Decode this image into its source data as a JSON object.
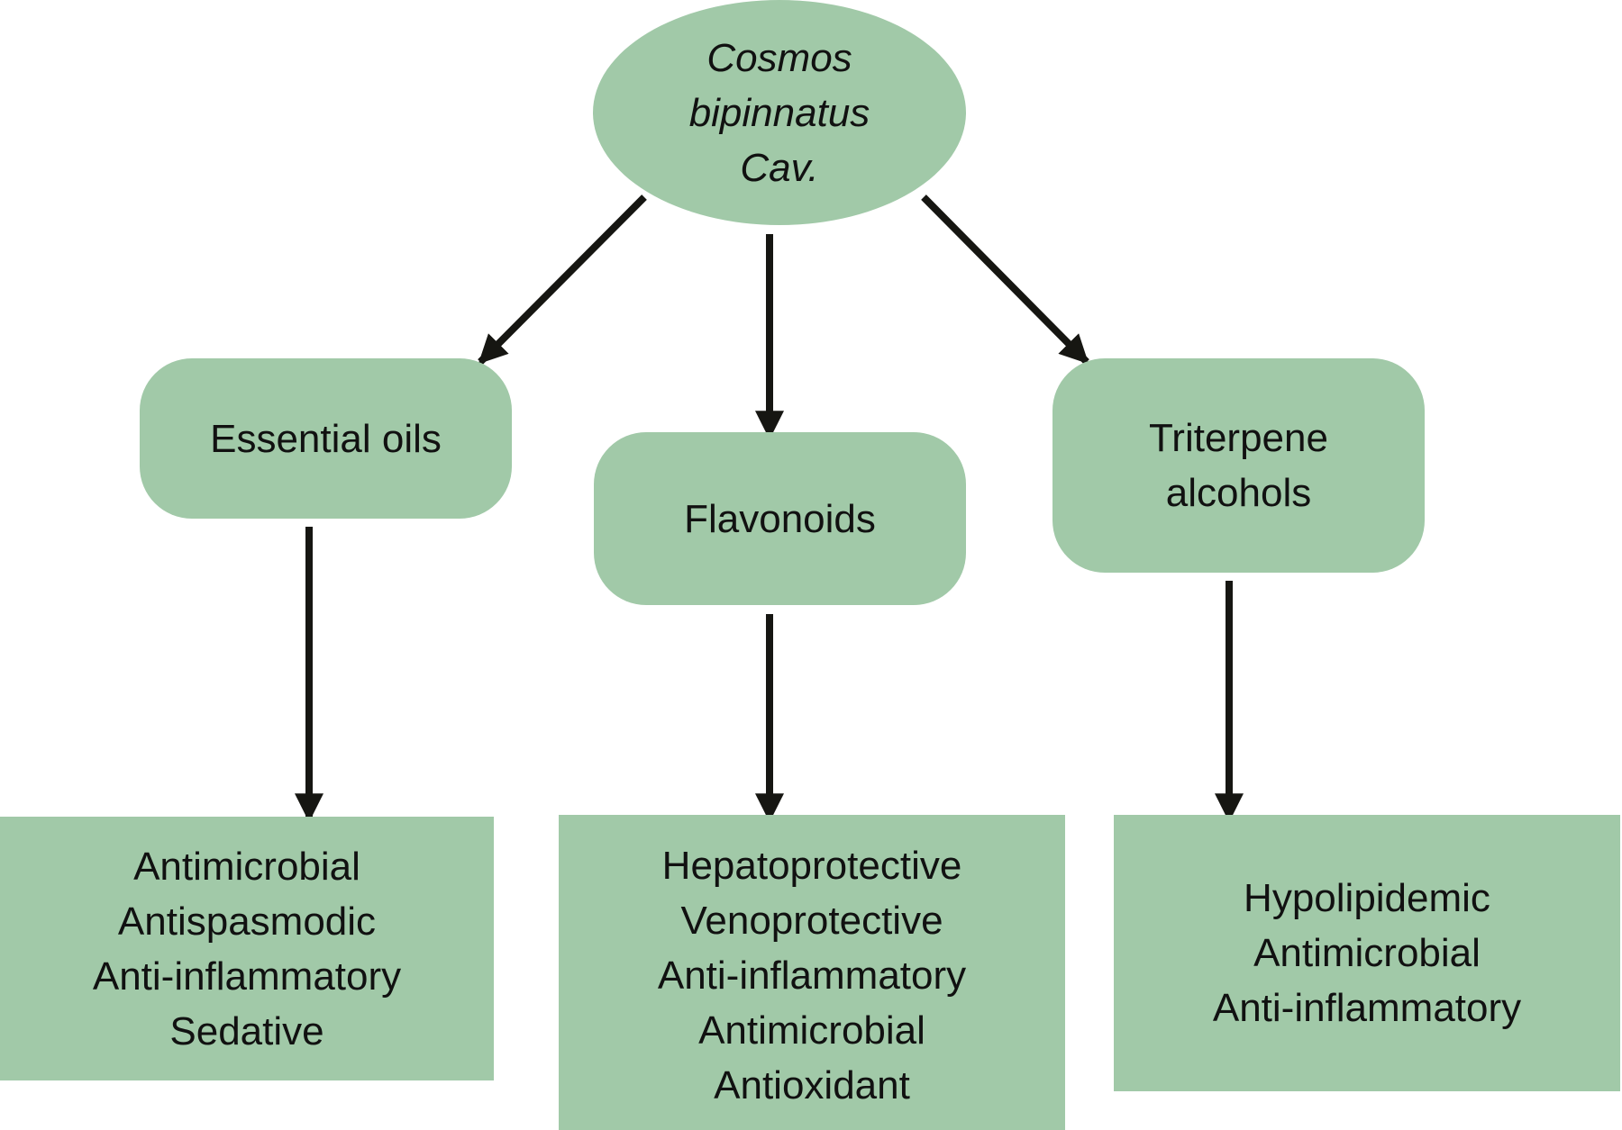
{
  "colors": {
    "node_fill": "#a1c9a8",
    "arrow": "#161612",
    "text": "#111111"
  },
  "root": {
    "lines": [
      "Cosmos",
      "bipinnatus",
      "Cav."
    ]
  },
  "compounds": [
    {
      "id": "essential-oils",
      "lines": [
        "Essential oils"
      ]
    },
    {
      "id": "flavonoids",
      "lines": [
        "Flavonoids"
      ]
    },
    {
      "id": "triterpene-alcohols",
      "lines": [
        "Triterpene",
        "alcohols"
      ]
    }
  ],
  "activities": [
    {
      "id": "essential-oils-activities",
      "lines": [
        "Antimicrobial",
        "Antispasmodic",
        "Anti-inflammatory",
        "Sedative"
      ]
    },
    {
      "id": "flavonoids-activities",
      "lines": [
        "Hepatoprotective",
        "Venoprotective",
        "Anti-inflammatory",
        "Antimicrobial",
        "Antioxidant"
      ]
    },
    {
      "id": "triterpene-alcohols-activities",
      "lines": [
        "Hypolipidemic",
        "Antimicrobial",
        "Anti-inflammatory"
      ]
    }
  ],
  "edges": [
    {
      "from": "root",
      "to": "essential-oils"
    },
    {
      "from": "root",
      "to": "flavonoids"
    },
    {
      "from": "root",
      "to": "triterpene-alcohols"
    },
    {
      "from": "essential-oils",
      "to": "essential-oils-activities"
    },
    {
      "from": "flavonoids",
      "to": "flavonoids-activities"
    },
    {
      "from": "triterpene-alcohols",
      "to": "triterpene-alcohols-activities"
    }
  ]
}
